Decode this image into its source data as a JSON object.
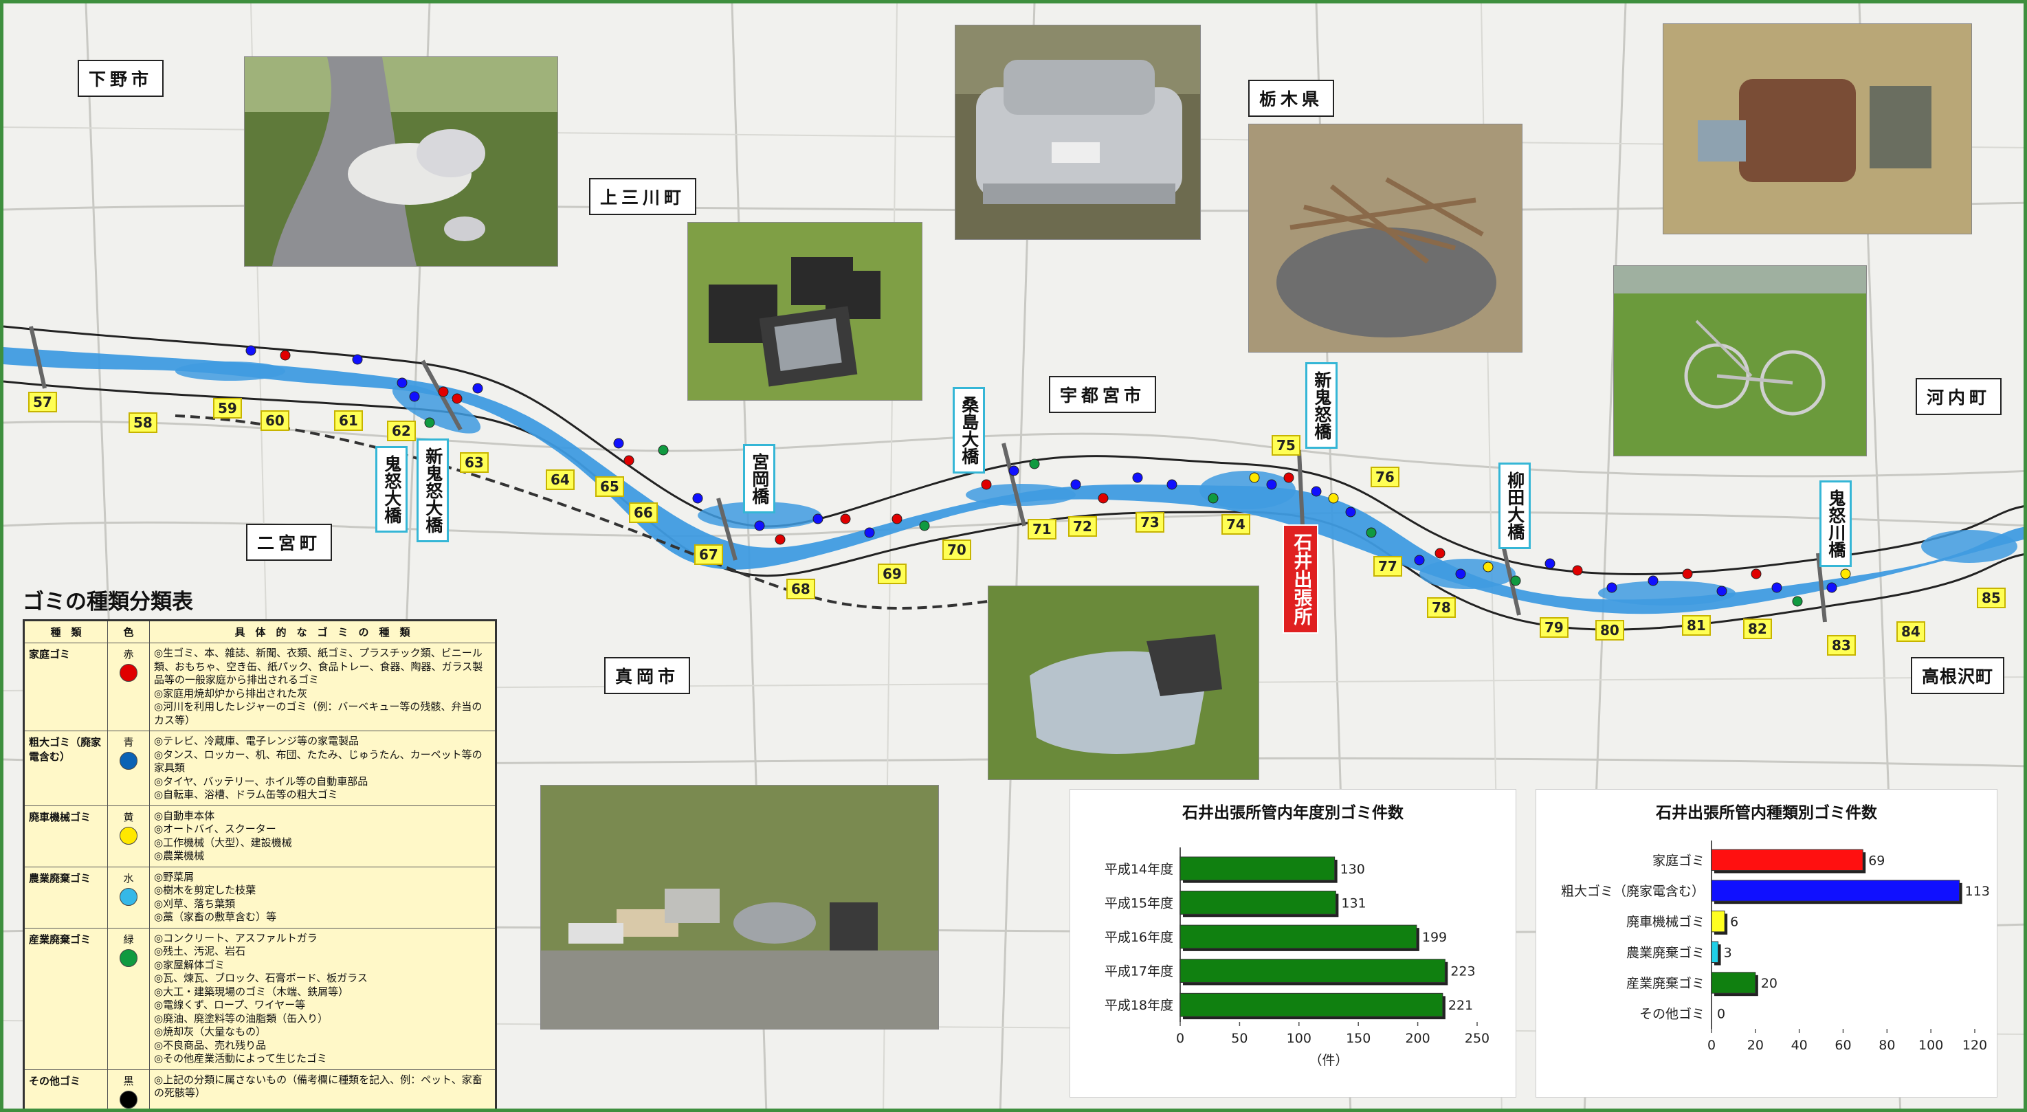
{
  "places": [
    {
      "id": "shimotsuke",
      "label": "下野市"
    },
    {
      "id": "kaminokawa",
      "label": "上三川町"
    },
    {
      "id": "tochigi",
      "label": "栃木県"
    },
    {
      "id": "utsunomiya",
      "label": "宇都宮市"
    },
    {
      "id": "kawachi",
      "label": "河内町"
    },
    {
      "id": "ninomiya",
      "label": "二宮町"
    },
    {
      "id": "moka",
      "label": "真岡市"
    },
    {
      "id": "takanezawa",
      "label": "高根沢町"
    }
  ],
  "bridges": [
    {
      "id": "kinugawa-o",
      "label": "鬼怒大橋"
    },
    {
      "id": "shinkinu-o",
      "label": "新鬼怒大橋"
    },
    {
      "id": "miyaoka",
      "label": "宮岡橋"
    },
    {
      "id": "kuwajima",
      "label": "桑島大橋"
    },
    {
      "id": "shinkinu",
      "label": "新鬼怒橋"
    },
    {
      "id": "yanagita",
      "label": "柳田大橋"
    },
    {
      "id": "kinugawa",
      "label": "鬼怒川橋"
    }
  ],
  "office_label": "石井出張所",
  "markers": [
    "57",
    "58",
    "59",
    "60",
    "61",
    "62",
    "63",
    "64",
    "65",
    "66",
    "67",
    "68",
    "69",
    "70",
    "71",
    "72",
    "73",
    "74",
    "75",
    "76",
    "77",
    "78",
    "79",
    "80",
    "81",
    "82",
    "83",
    "84",
    "85"
  ],
  "legend": {
    "title": "ゴミの種類分類表",
    "headers": [
      "種　類",
      "色",
      "具　体　的　な　ゴ　ミ　の　種　類"
    ],
    "rows": [
      {
        "category": "家庭ゴミ",
        "color_name": "赤",
        "color": "#e00000",
        "examples": [
          "◎生ゴミ、本、雑誌、新聞、衣類、紙ゴミ、プラスチック類、ビニール類、おもちゃ、空き缶、紙パック、食品トレー、食器、陶器、ガラス製品等の一般家庭から排出されるゴミ",
          "◎家庭用焼却炉から排出された灰",
          "◎河川を利用したレジャーのゴミ（例：バーベキュー等の残骸、弁当のカス等）"
        ]
      },
      {
        "category": "粗大ゴミ（廃家電含む）",
        "color_name": "青",
        "color": "#0a62b5",
        "examples": [
          "◎テレビ、冷蔵庫、電子レンジ等の家電製品",
          "◎タンス、ロッカー、机、布団、たたみ、じゅうたん、カーペット等の家具類",
          "◎タイヤ、バッテリー、ホイル等の自動車部品",
          "◎自転車、浴槽、ドラム缶等の粗大ゴミ"
        ]
      },
      {
        "category": "廃車機械ゴミ",
        "color_name": "黄",
        "color": "#ffe800",
        "examples": [
          "◎自動車本体",
          "◎オートバイ、スクーター",
          "◎工作機械（大型）、建設機械",
          "◎農業機械"
        ]
      },
      {
        "category": "農業廃棄ゴミ",
        "color_name": "水",
        "color": "#35b8e8",
        "examples": [
          "◎野菜屑",
          "◎樹木を剪定した枝葉",
          "◎刈草、落ち葉類",
          "◎藁（家畜の敷草含む）等"
        ]
      },
      {
        "category": "産業廃棄ゴミ",
        "color_name": "緑",
        "color": "#109a40",
        "examples": [
          "◎コンクリート、アスファルトガラ",
          "◎残土、汚泥、岩石",
          "◎家屋解体ゴミ",
          "◎瓦、煉瓦、ブロック、石膏ボード、板ガラス",
          "◎大工・建築現場のゴミ（木端、鉄屑等）",
          "◎電線くず、ロープ、ワイヤー等",
          "◎廃油、廃塗料等の油脂類（缶入り）",
          "◎焼却灰（大量なもの）",
          "◎不良商品、売れ残り品",
          "◎その他産業活動によって生じたゴミ"
        ]
      },
      {
        "category": "その他ゴミ",
        "color_name": "黒",
        "color": "#000000",
        "examples": [
          "◎上記の分類に属さないもの（備考欄に種類を記入、例：ペット、家畜の死骸等）"
        ]
      }
    ]
  },
  "chart_data": [
    {
      "type": "bar",
      "orientation": "horizontal",
      "title": "石井出張所管内年度別ゴミ件数",
      "categories": [
        "平成14年度",
        "平成15年度",
        "平成16年度",
        "平成17年度",
        "平成18年度"
      ],
      "values": [
        130,
        131,
        199,
        223,
        221
      ],
      "xlabel": "（件）",
      "xlim": [
        0,
        250
      ],
      "xticks": [
        "0",
        "50",
        "100",
        "150",
        "200",
        "250"
      ],
      "colors": [
        "#108010",
        "#108010",
        "#108010",
        "#108010",
        "#108010"
      ]
    },
    {
      "type": "bar",
      "orientation": "horizontal",
      "title": "石井出張所管内種類別ゴミ件数",
      "categories": [
        "家庭ゴミ",
        "粗大ゴミ（廃家電含む）",
        "廃車機械ゴミ",
        "農業廃棄ゴミ",
        "産業廃棄ゴミ",
        "その他ゴミ"
      ],
      "values": [
        69,
        113,
        6,
        3,
        20,
        0
      ],
      "xlim": [
        0,
        120
      ],
      "xticks": [
        "0",
        "20",
        "40",
        "60",
        "80",
        "100",
        "120"
      ],
      "colors": [
        "#ff1010",
        "#1010ff",
        "#ffff20",
        "#20d0e8",
        "#108010",
        "#000000"
      ]
    }
  ]
}
